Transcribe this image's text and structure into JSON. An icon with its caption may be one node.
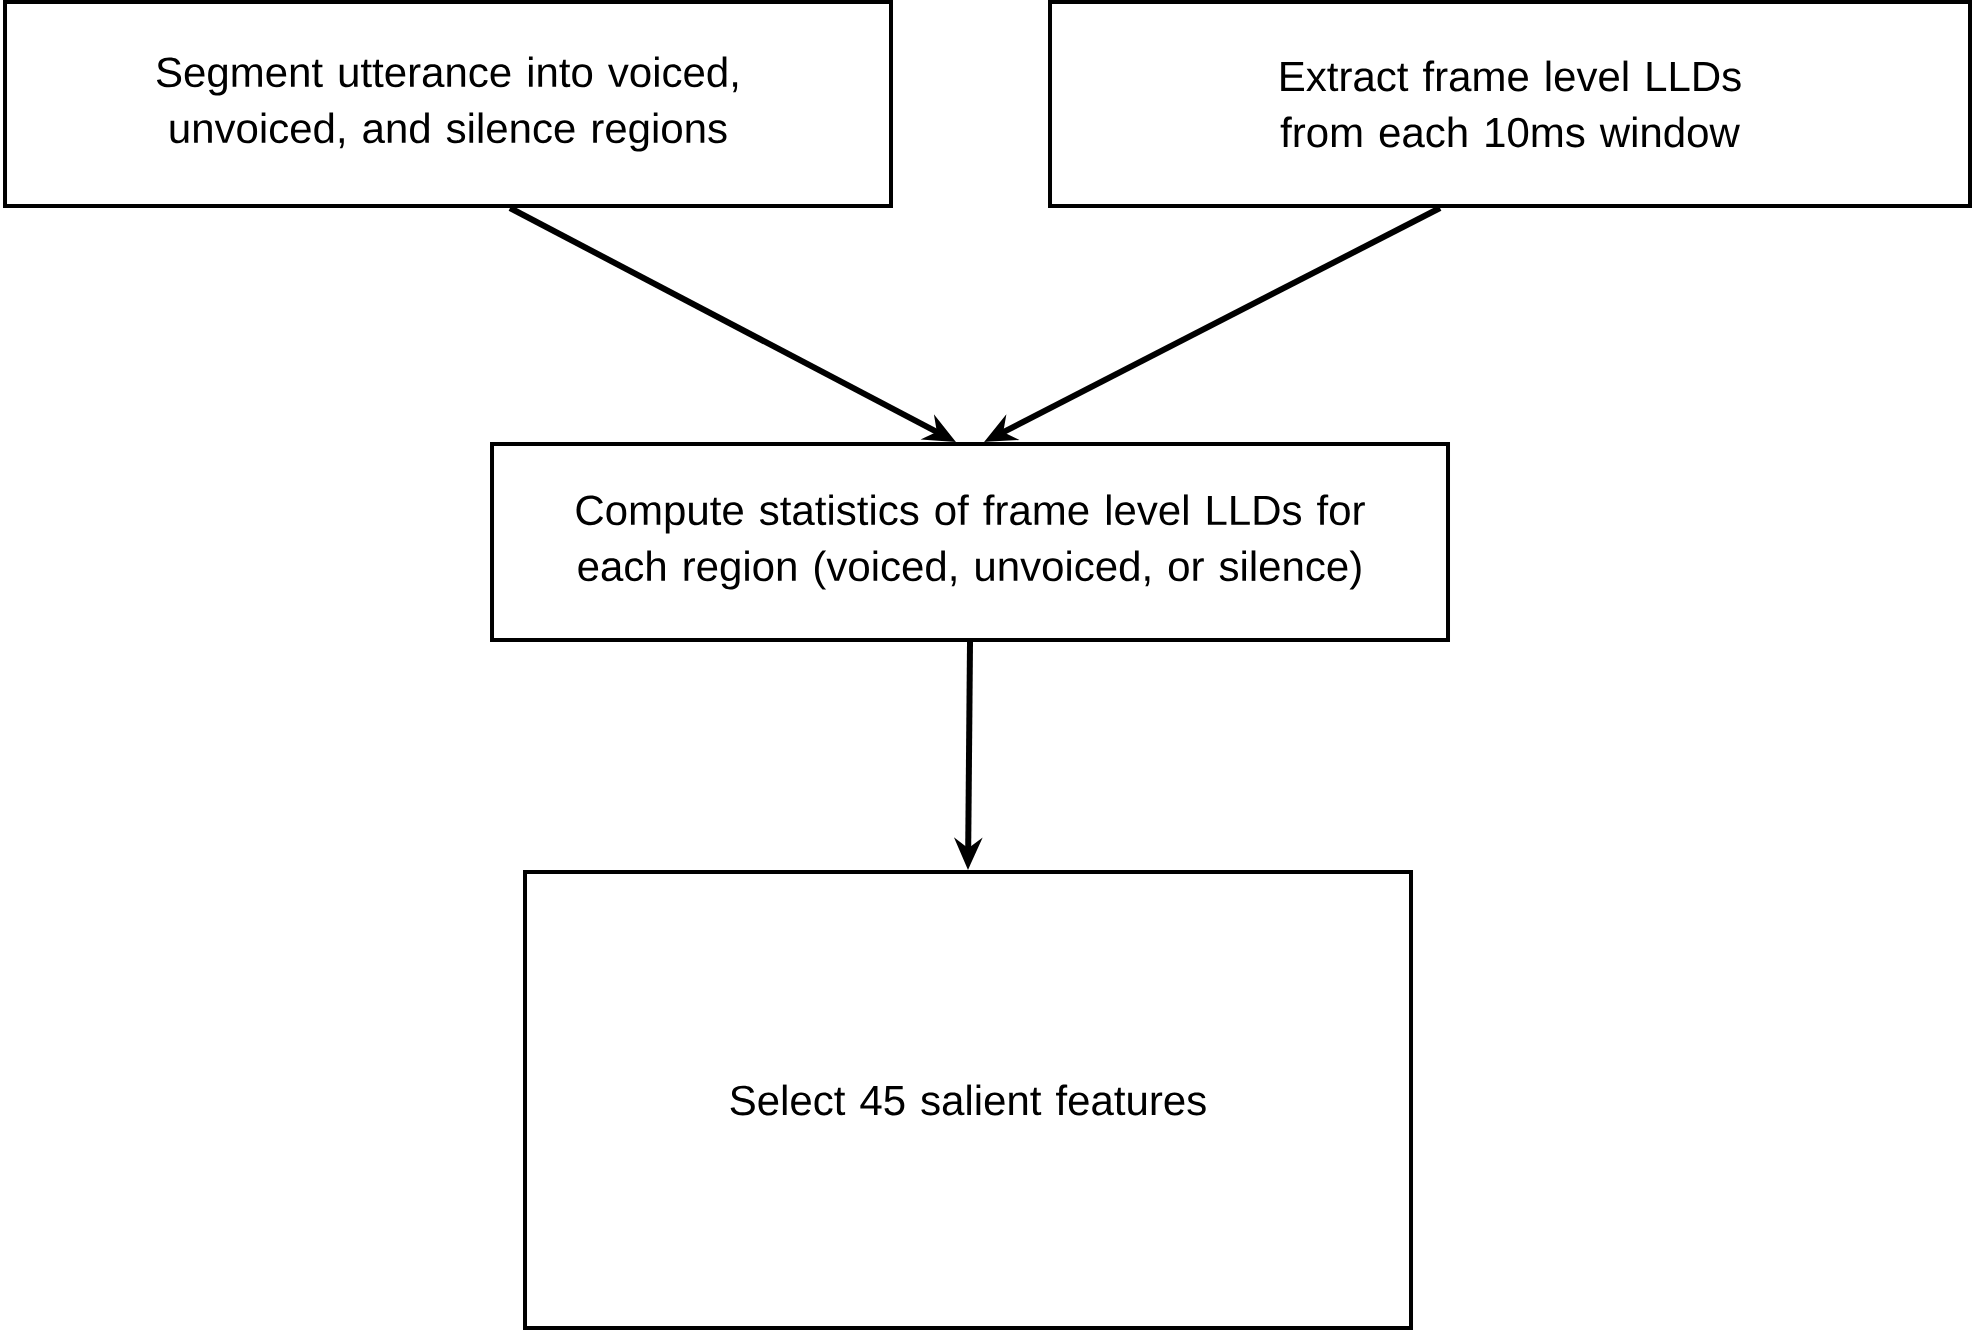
{
  "diagram": {
    "nodes": [
      {
        "text": [
          "Segment utterance into voiced, unvoiced, and silence regions"
        ]
      },
      {
        "text": [
          "Extract frame level LLDs from each 10ms window"
        ]
      },
      {
        "text": [
          "Compute statistics of frame level LLDs for each region (voiced, unvoiced, or silence)"
        ]
      },
      {
        "text": [
          "Select 45 salient features"
        ]
      }
    ],
    "edges": [
      {
        "from": 0,
        "to": 2,
        "arrow": "to"
      },
      {
        "from": 1,
        "to": 2,
        "arrow": "to"
      },
      {
        "from": 2,
        "to": 3,
        "arrow": "to"
      }
    ]
  }
}
